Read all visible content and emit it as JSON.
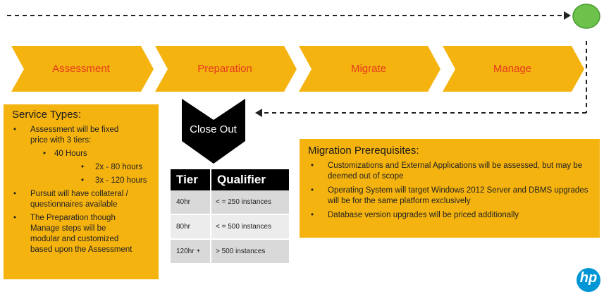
{
  "stages": [
    {
      "label": "Assessment"
    },
    {
      "label": "Preparation"
    },
    {
      "label": "Migrate"
    },
    {
      "label": "Manage"
    }
  ],
  "close_out": "Close Out",
  "service_types": {
    "title": "Service Types:",
    "lines": [
      {
        "text": "Assessment will be fixed",
        "bullet": "•"
      },
      {
        "text": "price with 3 tiers:",
        "bullet": ""
      },
      {
        "text": "40 Hours",
        "bullet": "•"
      },
      {
        "text": "2x - 80 hours",
        "bullet": "•"
      },
      {
        "text": "3x - 120 hours",
        "bullet": "•"
      },
      {
        "text": "Pursuit will have collateral  /",
        "bullet": "•"
      },
      {
        "text": "questionnaires available",
        "bullet": ""
      },
      {
        "text": "The Preparation though",
        "bullet": "•"
      },
      {
        "text": "Manage steps will be",
        "bullet": ""
      },
      {
        "text": "modular and customized",
        "bullet": ""
      },
      {
        "text": "based upon the Assessment",
        "bullet": ""
      }
    ]
  },
  "tier_table": {
    "headers": [
      "Tier",
      "Qualifier"
    ],
    "rows": [
      [
        "40hr",
        "< = 250 instances"
      ],
      [
        "80hr",
        "< = 500 instances"
      ],
      [
        "120hr +",
        "> 500 instances"
      ]
    ]
  },
  "migration_prereqs": {
    "title": "Migration Prerequisites:",
    "items": [
      "Customizations and External Applications will be assessed, but may be deemed out of scope",
      "Operating System will target Windows 2012 Server and DBMS upgrades will be for the same platform exclusively",
      "Database version upgrades will be priced additionally"
    ],
    "bullet": "•"
  },
  "logo_text": "hp",
  "colors": {
    "chevron": "#f5b30f",
    "stage_text": "#e53a1e",
    "box": "#f5b30f",
    "end_circle": "#6cc24a",
    "header_bg": "#000000"
  }
}
